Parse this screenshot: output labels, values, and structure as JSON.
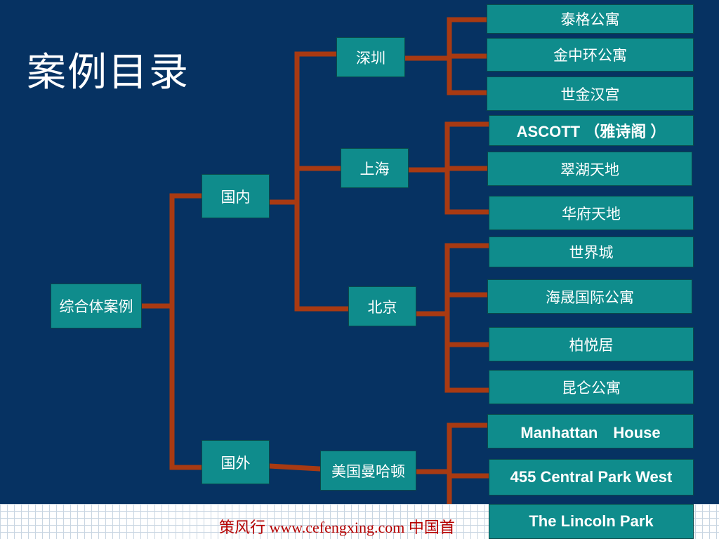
{
  "title": "案例目录",
  "root": "综合体案例",
  "domestic": "国内",
  "overseas": "国外",
  "cities": {
    "shenzhen": "深圳",
    "shanghai": "上海",
    "beijing": "北京",
    "manhattan": "美国曼哈顿"
  },
  "projects": {
    "shenzhen": [
      "泰格公寓",
      "金中环公寓",
      "世金汉宫"
    ],
    "shanghai": [
      "ASCOTT （雅诗阁 ）",
      "翠湖天地",
      "华府天地"
    ],
    "beijing": [
      "世界城",
      "海晟国际公寓",
      "柏悦居",
      "昆仑公寓"
    ],
    "manhattan": [
      "Manhattan　House",
      "455 Central  Park  West",
      "The Lincoln Park"
    ]
  },
  "footer": "策风行 www.cefengxing.com 中国首",
  "colors": {
    "background": "#063262",
    "node": "#0f8c8c",
    "connector": "#a83a12",
    "footer_text": "#b40000"
  }
}
